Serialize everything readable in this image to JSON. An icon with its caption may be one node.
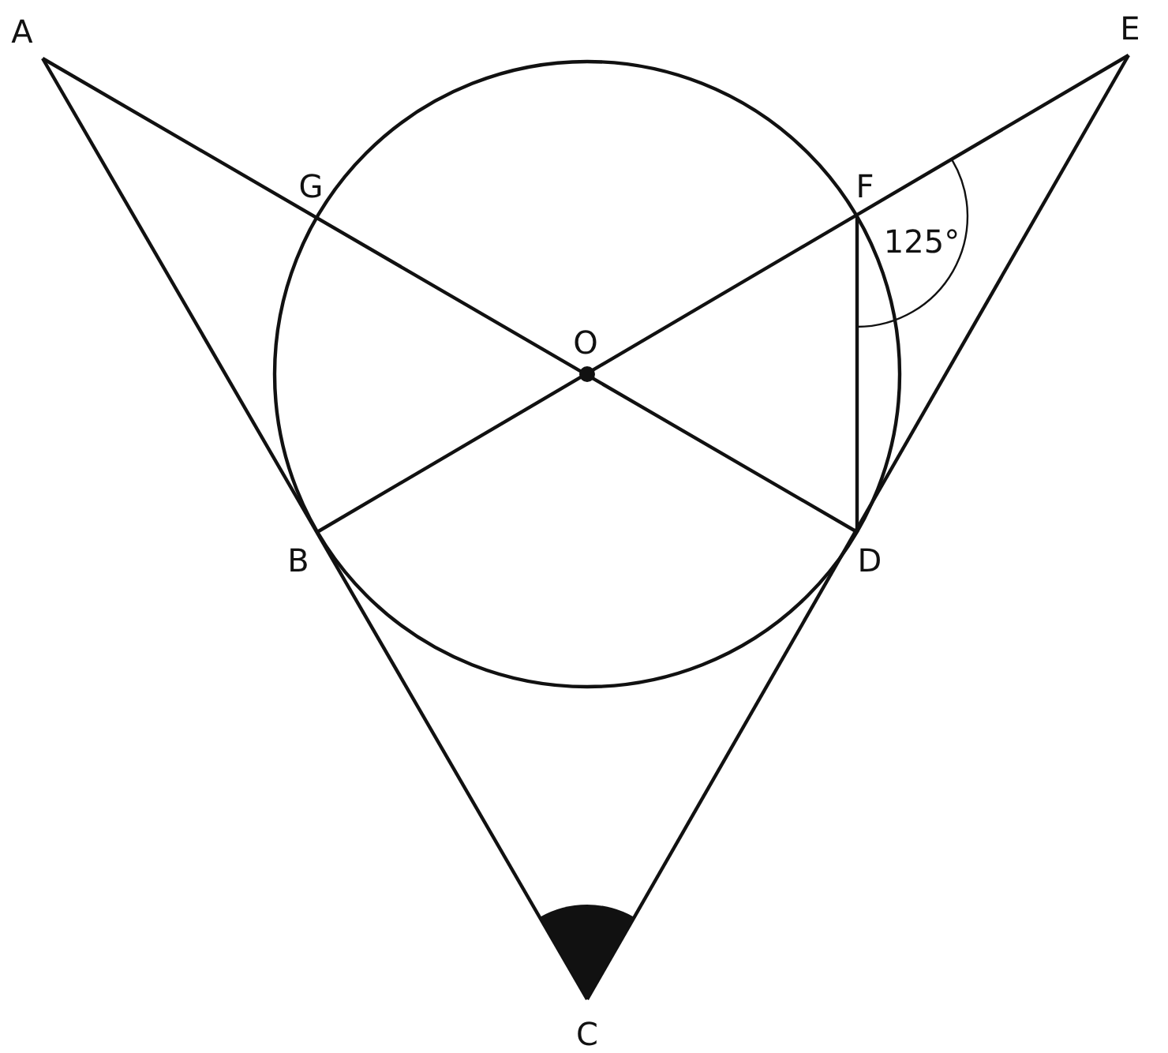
{
  "diagram": {
    "labels": [
      "A",
      "E",
      "G",
      "F",
      "125°",
      "O",
      "B",
      "D",
      "C"
    ]
  }
}
